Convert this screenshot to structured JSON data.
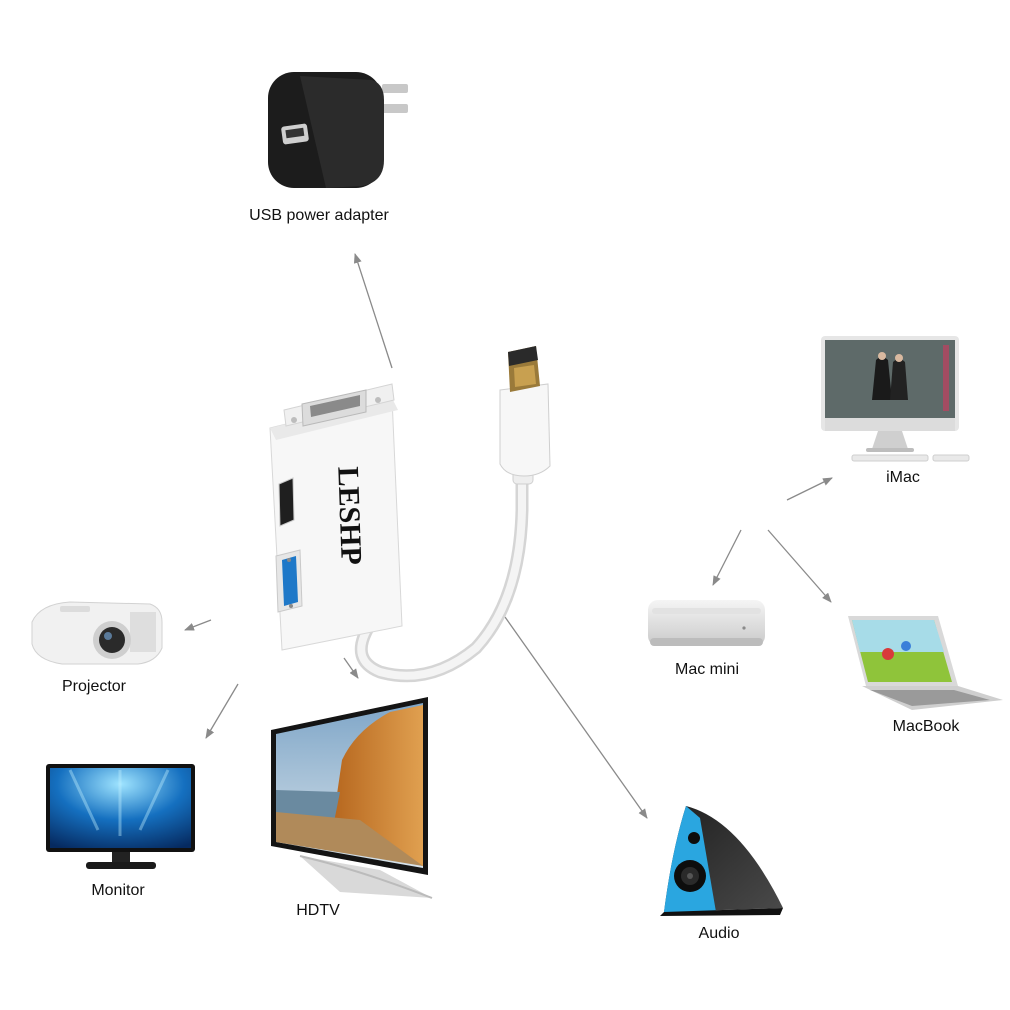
{
  "adapter": {
    "brand": "LESHP"
  },
  "devices": {
    "usb_power_adapter": {
      "label": "USB power adapter"
    },
    "imac": {
      "label": "iMac"
    },
    "mac_mini": {
      "label": "Mac mini"
    },
    "macbook": {
      "label": "MacBook"
    },
    "projector": {
      "label": "Projector"
    },
    "monitor": {
      "label": "Monitor"
    },
    "hdtv": {
      "label": "HDTV"
    },
    "audio": {
      "label": "Audio"
    }
  },
  "colors": {
    "arrow": "#8a8a8a",
    "adapter_body": "#f7f7f7",
    "speaker_blue": "#2aa6e0"
  }
}
